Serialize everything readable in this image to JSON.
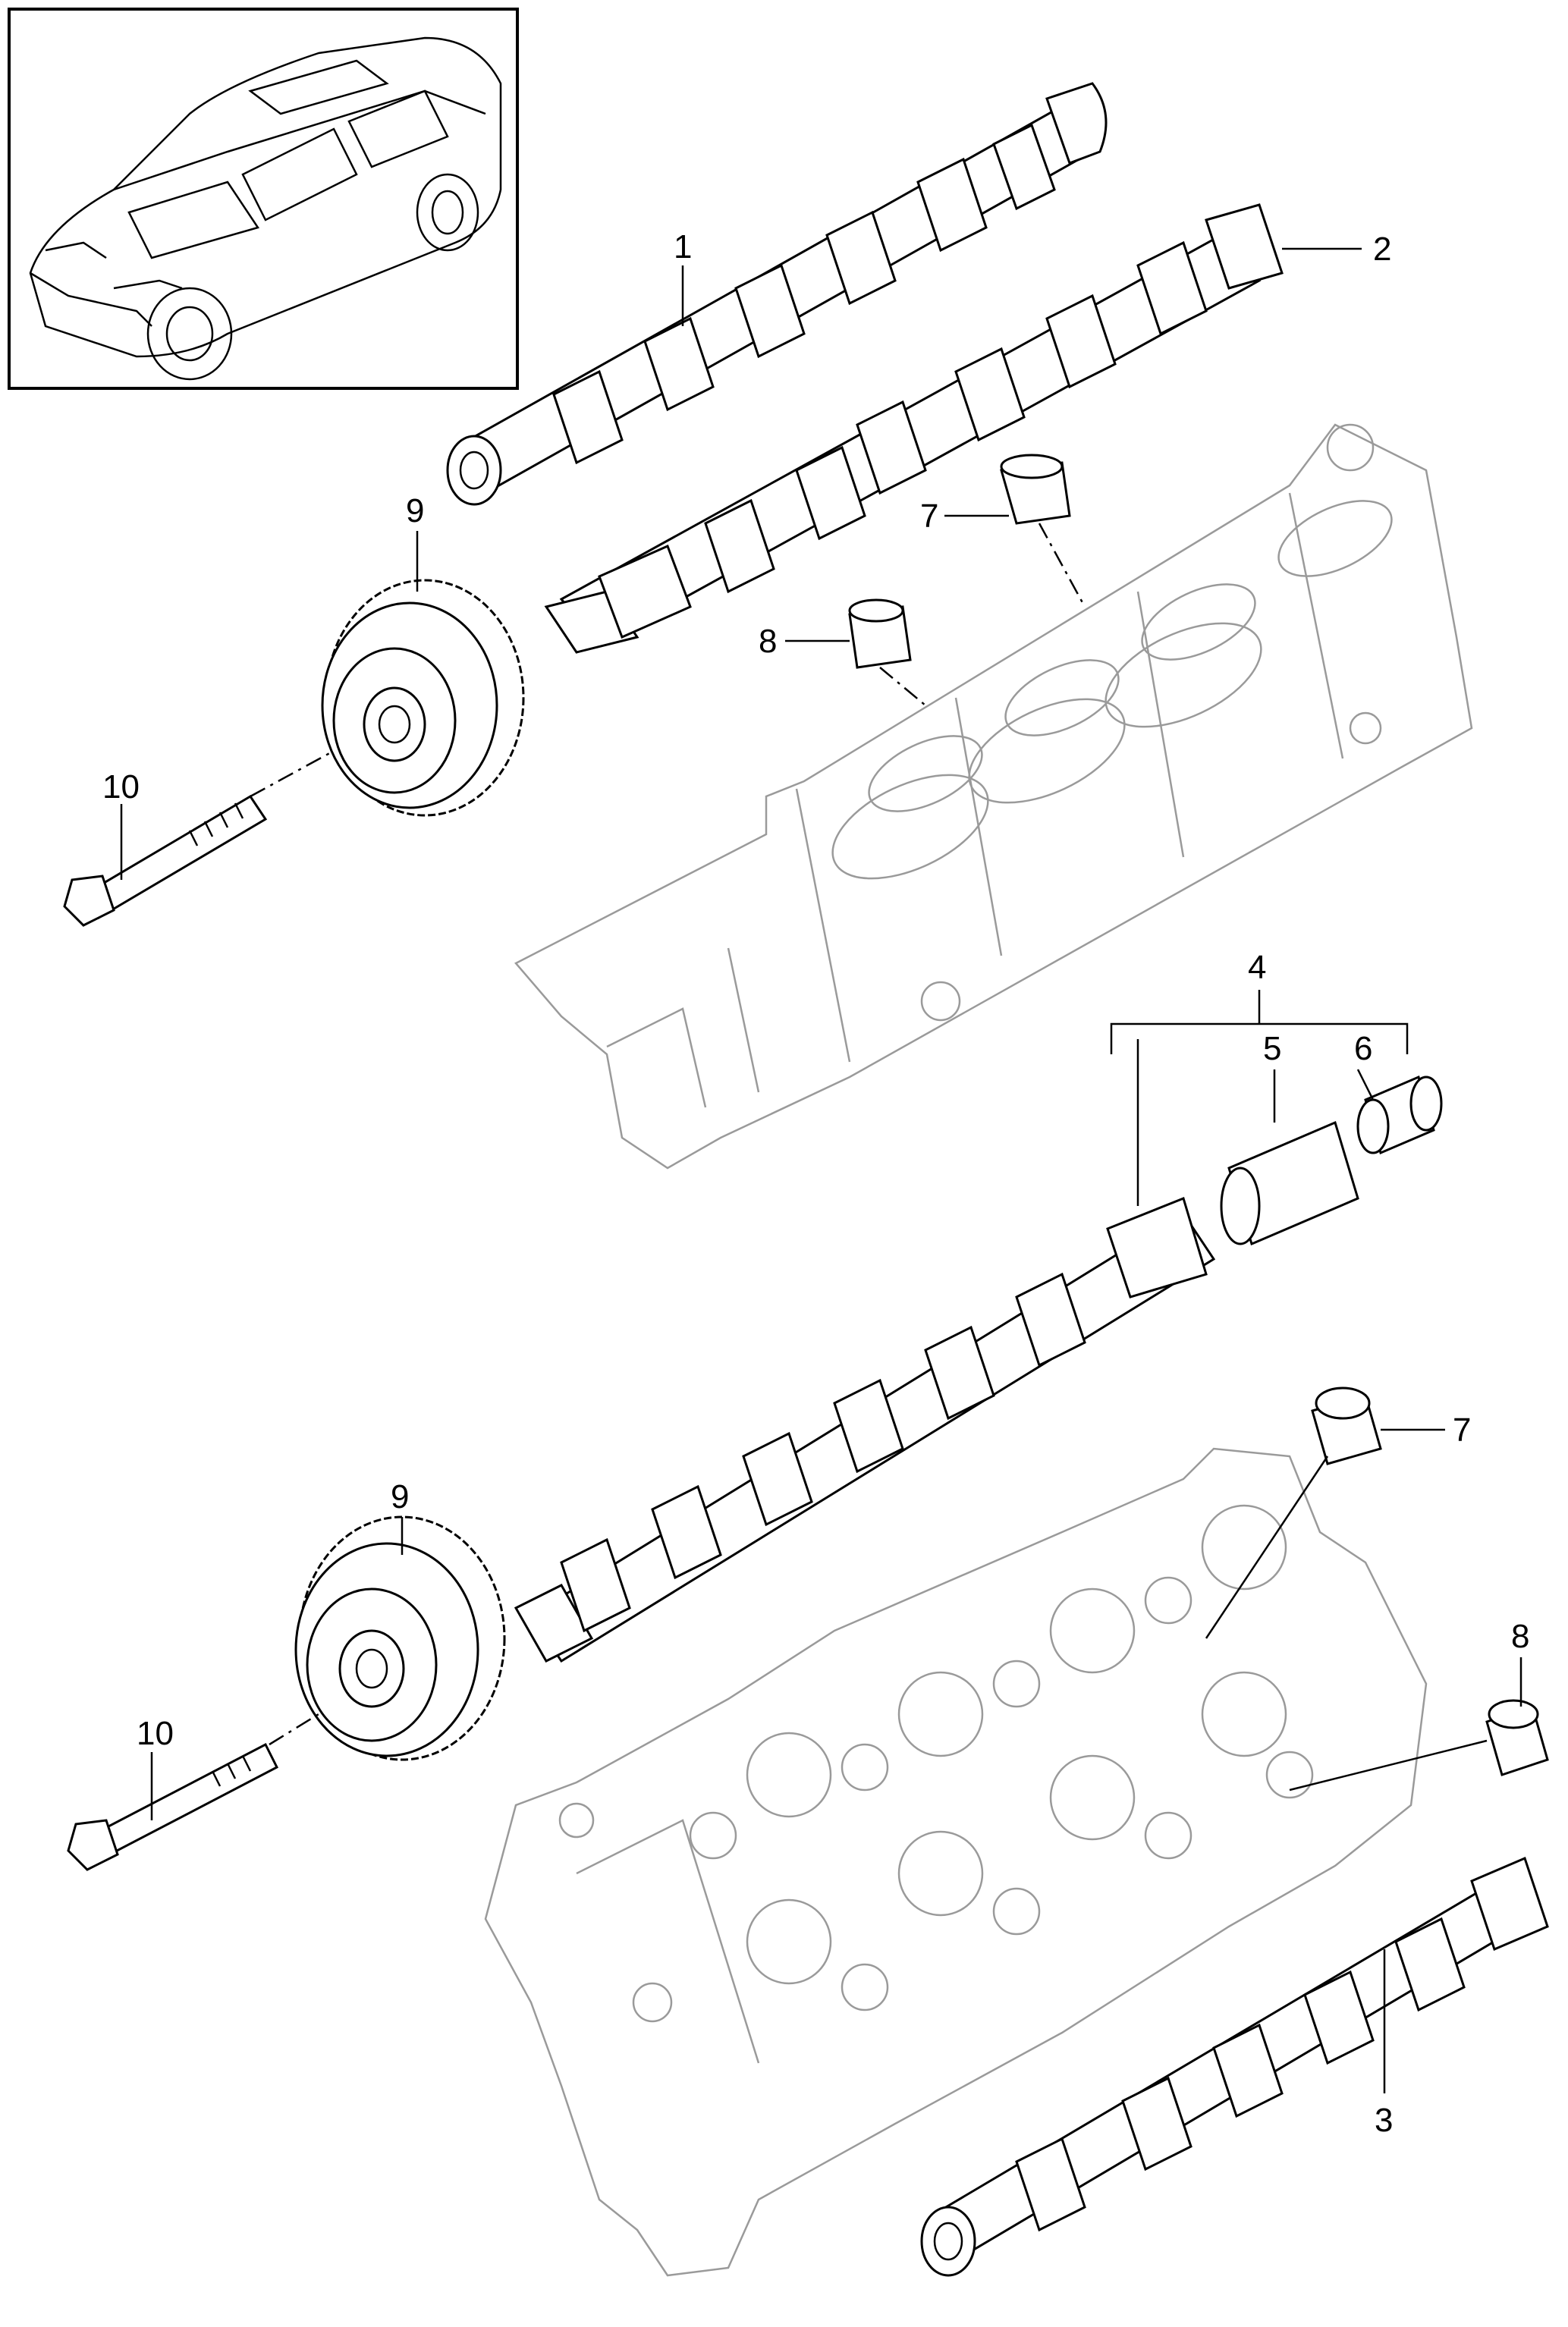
{
  "callouts": {
    "c1": "1",
    "c2": "2",
    "c3": "3",
    "c4": "4",
    "c5": "5",
    "c6": "6",
    "c7_top": "7",
    "c8_top": "8",
    "c9_top": "9",
    "c10_top": "10",
    "c7_bottom": "7",
    "c8_bottom": "8",
    "c9_bottom": "9",
    "c10_bottom": "10"
  }
}
